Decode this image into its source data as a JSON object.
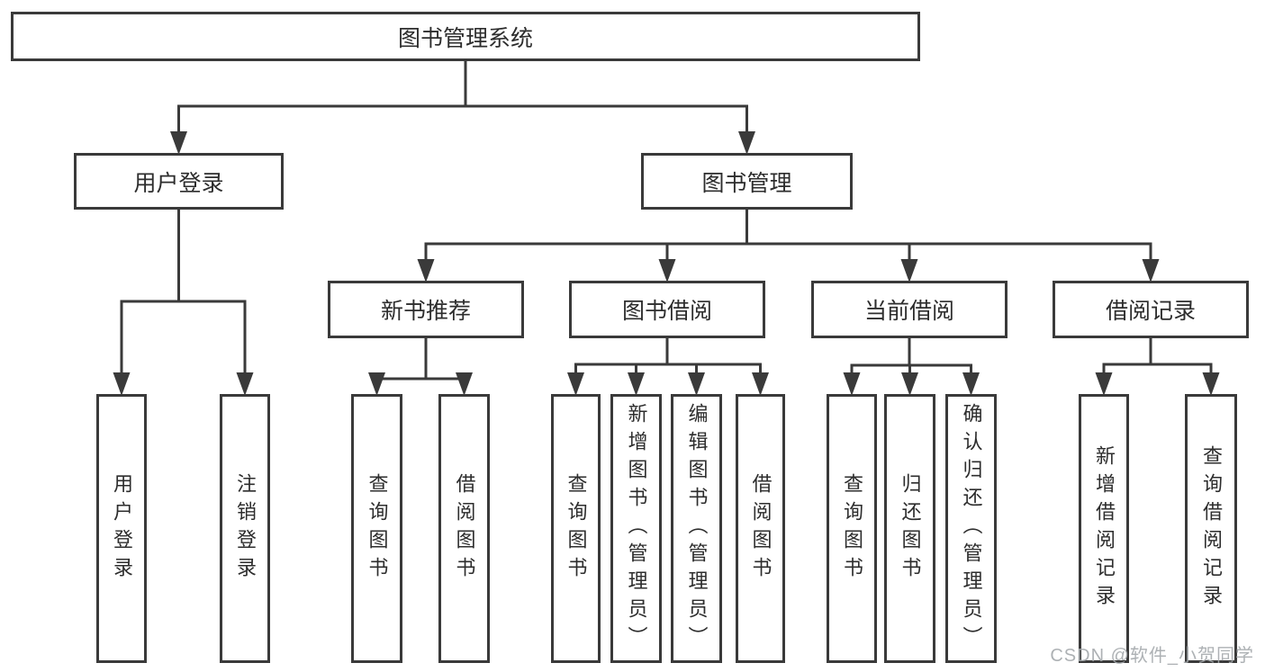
{
  "tree": {
    "root": {
      "label": "图书管理系统"
    },
    "children": [
      {
        "label": "用户登录",
        "children": [
          {
            "label": "用户登录"
          },
          {
            "label": "注销登录"
          }
        ]
      },
      {
        "label": "图书管理",
        "children": [
          {
            "label": "新书推荐",
            "children": [
              {
                "label": "查询图书"
              },
              {
                "label": "借阅图书"
              }
            ]
          },
          {
            "label": "图书借阅",
            "children": [
              {
                "label": "查询图书"
              },
              {
                "label": "新增图书（管理员）"
              },
              {
                "label": "编辑图书（管理员）"
              },
              {
                "label": "借阅图书"
              }
            ]
          },
          {
            "label": "当前借阅",
            "children": [
              {
                "label": "查询图书"
              },
              {
                "label": "归还图书"
              },
              {
                "label": "确认归还（管理员）"
              }
            ]
          },
          {
            "label": "借阅记录",
            "children": [
              {
                "label": "新增借阅记录"
              },
              {
                "label": "查询借阅记录"
              }
            ]
          }
        ]
      }
    ]
  },
  "watermark": {
    "text": "CSDN @软件_小贺同学"
  },
  "colors": {
    "line": "#3a3a3a",
    "box_border": "#3a3a3a",
    "text": "#2d2d2d",
    "watermark": "#a4a8ac",
    "background": "#ffffff"
  }
}
